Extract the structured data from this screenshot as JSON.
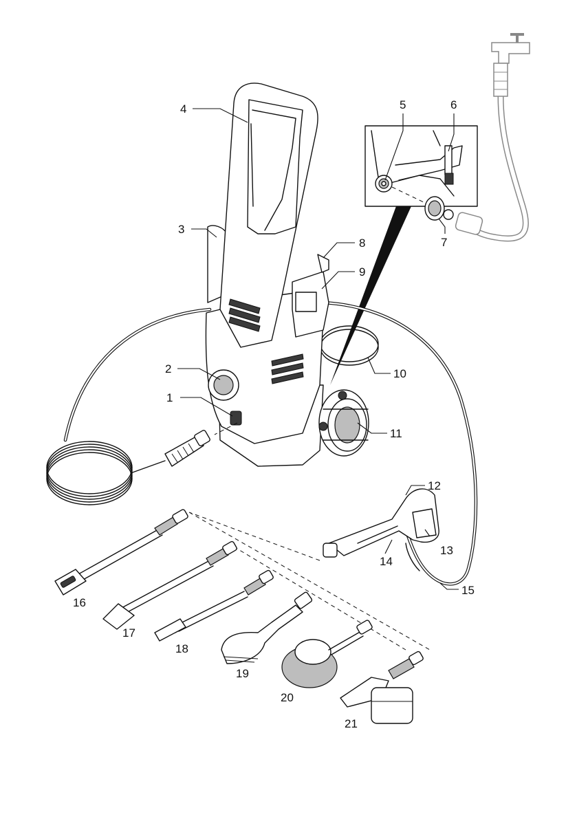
{
  "callouts": [
    {
      "id": "1",
      "text": "1"
    },
    {
      "id": "2",
      "text": "2"
    },
    {
      "id": "3",
      "text": "3"
    },
    {
      "id": "4",
      "text": "4"
    },
    {
      "id": "5",
      "text": "5"
    },
    {
      "id": "6",
      "text": "6"
    },
    {
      "id": "7",
      "text": "7"
    },
    {
      "id": "8",
      "text": "8"
    },
    {
      "id": "9",
      "text": "9"
    },
    {
      "id": "10",
      "text": "10"
    },
    {
      "id": "11",
      "text": "11"
    },
    {
      "id": "12",
      "text": "12"
    },
    {
      "id": "13",
      "text": "13"
    },
    {
      "id": "14",
      "text": "14"
    },
    {
      "id": "15",
      "text": "15"
    },
    {
      "id": "16",
      "text": "16"
    },
    {
      "id": "17",
      "text": "17"
    },
    {
      "id": "18",
      "text": "18"
    },
    {
      "id": "19",
      "text": "19"
    },
    {
      "id": "20",
      "text": "20"
    },
    {
      "id": "21",
      "text": "21"
    }
  ],
  "colors": {
    "ink": "#111111",
    "background": "#ffffff",
    "shade": "#bdbdbd",
    "dark": "#3a3a3a"
  }
}
